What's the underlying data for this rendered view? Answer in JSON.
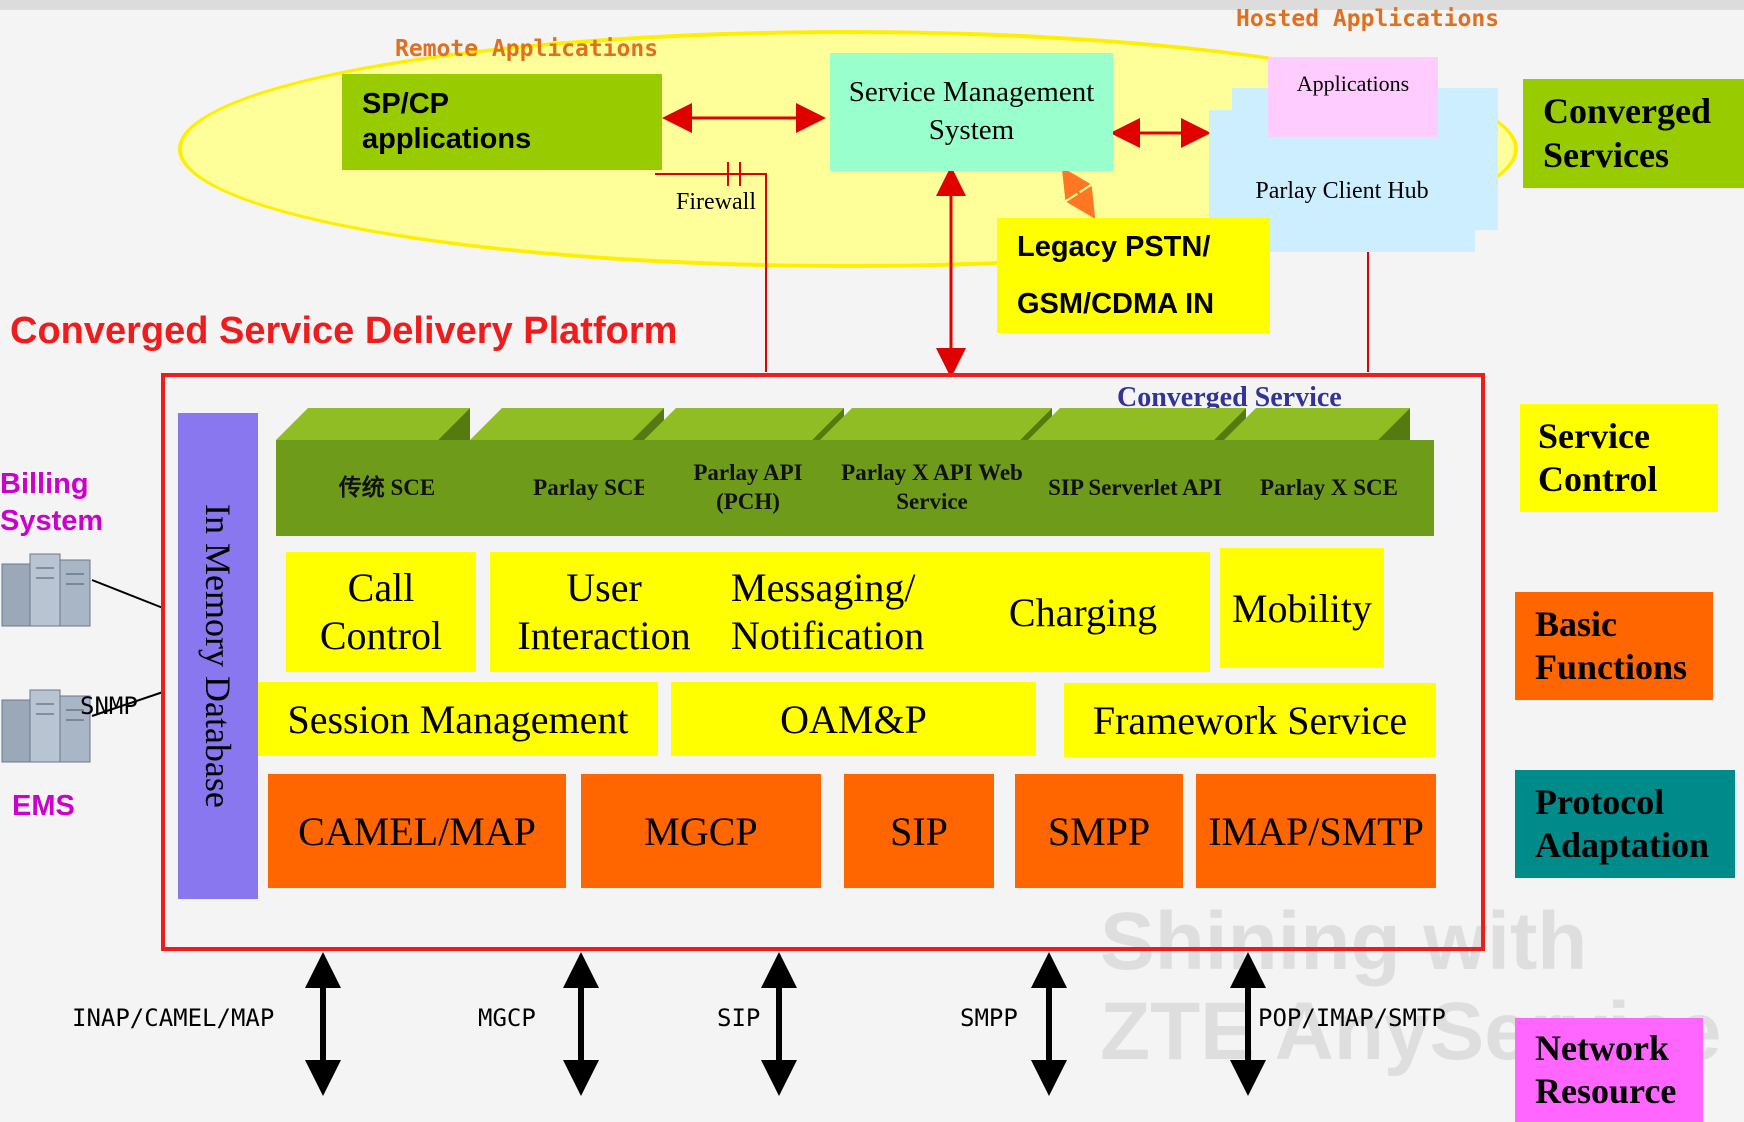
{
  "colors": {
    "frame_red": "#ee1c1c",
    "yellow": "#ffff00",
    "orange": "#ff6600",
    "green": "#99cc00",
    "mint": "#99ffcc",
    "teal": "#008b8b",
    "magenta": "#ff66ff",
    "purple": "#8877ee",
    "light_blue": "#cceeff",
    "pink": "#ffccff"
  },
  "top": {
    "remote_label": "Remote Applications",
    "hosted_label": "Hosted Applications",
    "spcp": "SP/CP applications",
    "sms": "Service Management System",
    "applications": "Applications",
    "parlay_hub": "Parlay Client Hub",
    "firewall": "Firewall",
    "legacy": "Legacy PSTN/ GSM/CDMA IN"
  },
  "platform": {
    "title": "Converged Service Delivery Platform",
    "converged_service": "Converged Service",
    "in_memory_db": "In Memory Database",
    "sce": [
      "传统 SCE",
      "Parlay SCE",
      "Parlay API (PCH)",
      "Parlay X API Web Service",
      "SIP Serverlet API",
      "Parlay X SCE"
    ],
    "basic": [
      "Call Control",
      "User Interaction",
      "Messaging/ Notification",
      "Charging",
      "Mobility"
    ],
    "mid": [
      "Session Management",
      "OAM&P",
      "Framework Service"
    ],
    "protocols": [
      "CAMEL/MAP",
      "MGCP",
      "SIP",
      "SMPP",
      "IMAP/SMTP"
    ]
  },
  "left": {
    "billing": "Billing System",
    "snmp": "SNMP",
    "ems": "EMS"
  },
  "bottom_protocols": [
    "INAP/CAMEL/MAP",
    "MGCP",
    "SIP",
    "SMPP",
    "POP/IMAP/SMTP"
  ],
  "legend": [
    "Converged Services",
    "Service Control",
    "Basic Functions",
    "Protocol Adaptation",
    "Network Resource"
  ],
  "watermark": [
    "Shining with",
    "ZTE AnyService"
  ]
}
